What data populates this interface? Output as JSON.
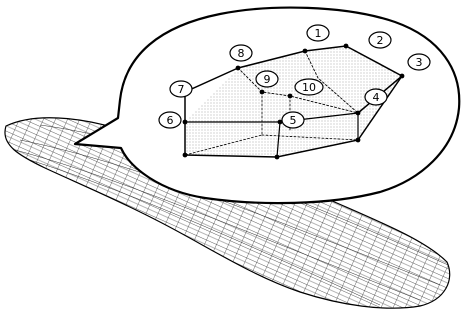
{
  "diagram": {
    "node_labels": [
      "1",
      "2",
      "3",
      "4",
      "5",
      "6",
      "7",
      "8",
      "9",
      "10"
    ],
    "colors": {
      "ink": "#000000",
      "paper": "#ffffff",
      "mesh": "#2a2a2a",
      "hatch": "#9a9a9a"
    }
  }
}
